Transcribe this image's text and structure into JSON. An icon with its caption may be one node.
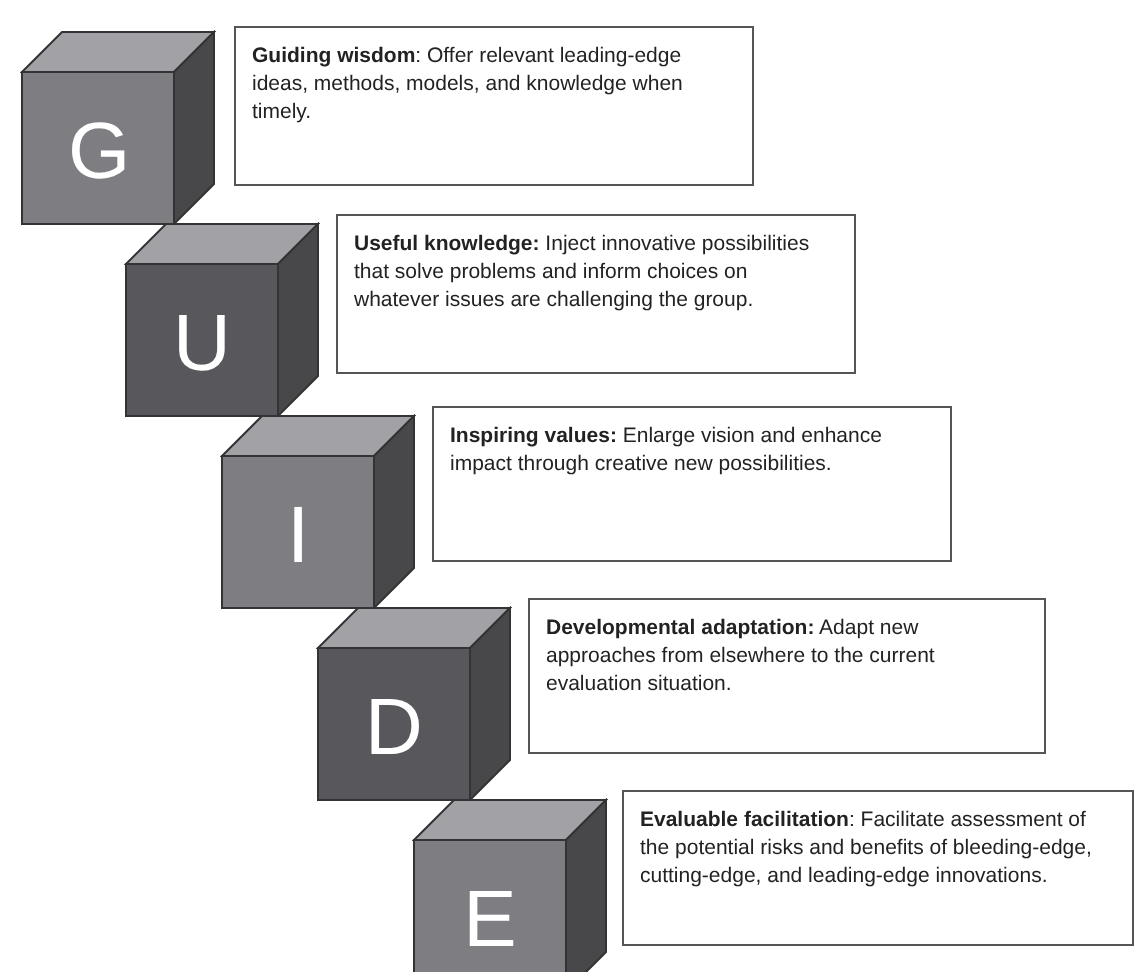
{
  "diagram": {
    "nodes": [
      {
        "text": [
          "G"
        ]
      },
      {
        "text": [
          "**Guiding wisdom**: Offer relevant leading-edge ideas, methods, models, and knowledge when timely."
        ]
      },
      {
        "text": [
          "U"
        ]
      },
      {
        "text": [
          "**Useful knowledge:** Inject innovative possibilities that solve problems and inform choices on whatever issues are challenging the group."
        ]
      },
      {
        "text": [
          "I"
        ]
      },
      {
        "text": [
          "**Inspiring values:** Enlarge vision and enhance impact through creative new possibilities."
        ]
      },
      {
        "text": [
          "D"
        ]
      },
      {
        "text": [
          "**Developmental adaptation:** Adapt new approaches from elsewhere to the current evaluation situation."
        ]
      },
      {
        "text": [
          "E"
        ]
      },
      {
        "text": [
          "**Evaluable facilitation**: Facilitate assessment of the potential risks and benefits of bleeding-edge, cutting-edge, and leading-edge innovations."
        ]
      }
    ],
    "edges": []
  }
}
